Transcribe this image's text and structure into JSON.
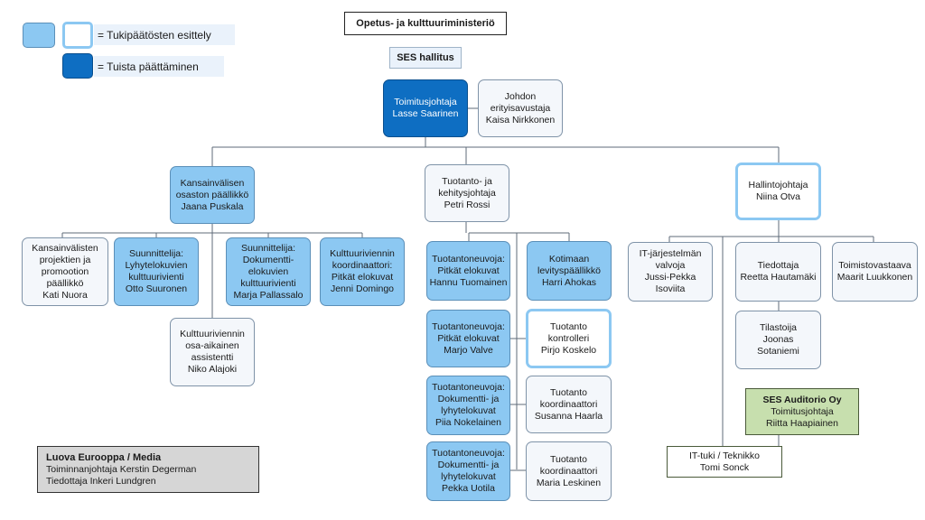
{
  "legend": {
    "support": "= Tukipäätösten esittely",
    "decision": "= Tuista päättäminen"
  },
  "top": {
    "ministry": "Opetus- ja kulttuuriministeriö",
    "board": "SES hallitus"
  },
  "ceo": [
    "Toimitusjohtaja",
    "Lasse Saarinen"
  ],
  "assistant": [
    "Johdon",
    "erityisavustaja",
    "Kaisa Nirkkonen"
  ],
  "intl": {
    "head": [
      "Kansainvälisen",
      "osaston päällikkö",
      "Jaana Puskala"
    ],
    "staff": [
      [
        "Kansainvälisten",
        "projektien ja",
        "promootion",
        "päällikkö",
        "Kati Nuora"
      ],
      [
        "Suunnittelija:",
        "Lyhytelokuvien",
        "kulttuurivienti",
        "Otto Suuronen"
      ],
      [
        "Suunnittelija:",
        "Dokumentti-",
        "elokuvien",
        "kulttuurivienti",
        "Marja Pallassalo"
      ],
      [
        "Kulttuuriviennin",
        "koordinaattori:",
        "Pitkät elokuvat",
        "Jenni Domingo"
      ],
      [
        "Kulttuuriviennin",
        "osa-aikainen",
        "assistentti",
        "Niko Alajoki"
      ]
    ]
  },
  "prod": {
    "head": [
      "Tuotanto- ja",
      "kehitysjohtaja",
      "Petri Rossi"
    ],
    "left": [
      [
        "Tuotantoneuvoja:",
        "Pitkät elokuvat",
        "Hannu Tuomainen"
      ],
      [
        "Tuotantoneuvoja:",
        "Pitkät elokuvat",
        "Marjo Valve"
      ],
      [
        "Tuotantoneuvoja:",
        "Dokumentti- ja",
        "lyhytelokuvat",
        "Piia Nokelainen"
      ],
      [
        "Tuotantoneuvoja:",
        "Dokumentti- ja",
        "lyhytelokuvat",
        "Pekka Uotila"
      ]
    ],
    "right": [
      [
        "Kotimaan",
        "levityspäällikkö",
        "Harri Ahokas"
      ],
      [
        "Tuotanto",
        "kontrolleri",
        "Pirjo Koskelo"
      ],
      [
        "Tuotanto",
        "koordinaattori",
        "Susanna Haarla"
      ],
      [
        "Tuotanto",
        "koordinaattori",
        "Maria Leskinen"
      ]
    ]
  },
  "admin": {
    "head": [
      "Hallintojohtaja",
      "Niina Otva"
    ],
    "it": [
      "IT-järjestelmän",
      "valvoja",
      "Jussi-Pekka",
      "Isoviita"
    ],
    "info": [
      "Tiedottaja",
      "Reetta Hautamäki"
    ],
    "stat": [
      "Tilastoija",
      "Joonas",
      "Sotaniemi"
    ],
    "office": [
      "Toimistovastaava",
      "Maarit Luukkonen"
    ],
    "auditorio": [
      "SES Auditorio Oy",
      "Toimitusjohtaja",
      "Riitta Haapiainen"
    ],
    "ittuki": [
      "IT-tuki / Teknikko",
      "Tomi Sonck"
    ]
  },
  "media": {
    "title": "Luova Eurooppa / Media",
    "lines": [
      "Toiminnanjohtaja Kerstin Degerman",
      "Tiedottaja Inkeri Lundgren"
    ]
  },
  "colors": {
    "dark": "#0e6ec2",
    "light": "#8cc8f2",
    "white": "#f4f7fb",
    "green": "#c7dfae",
    "grey": "#d6d6d6"
  }
}
